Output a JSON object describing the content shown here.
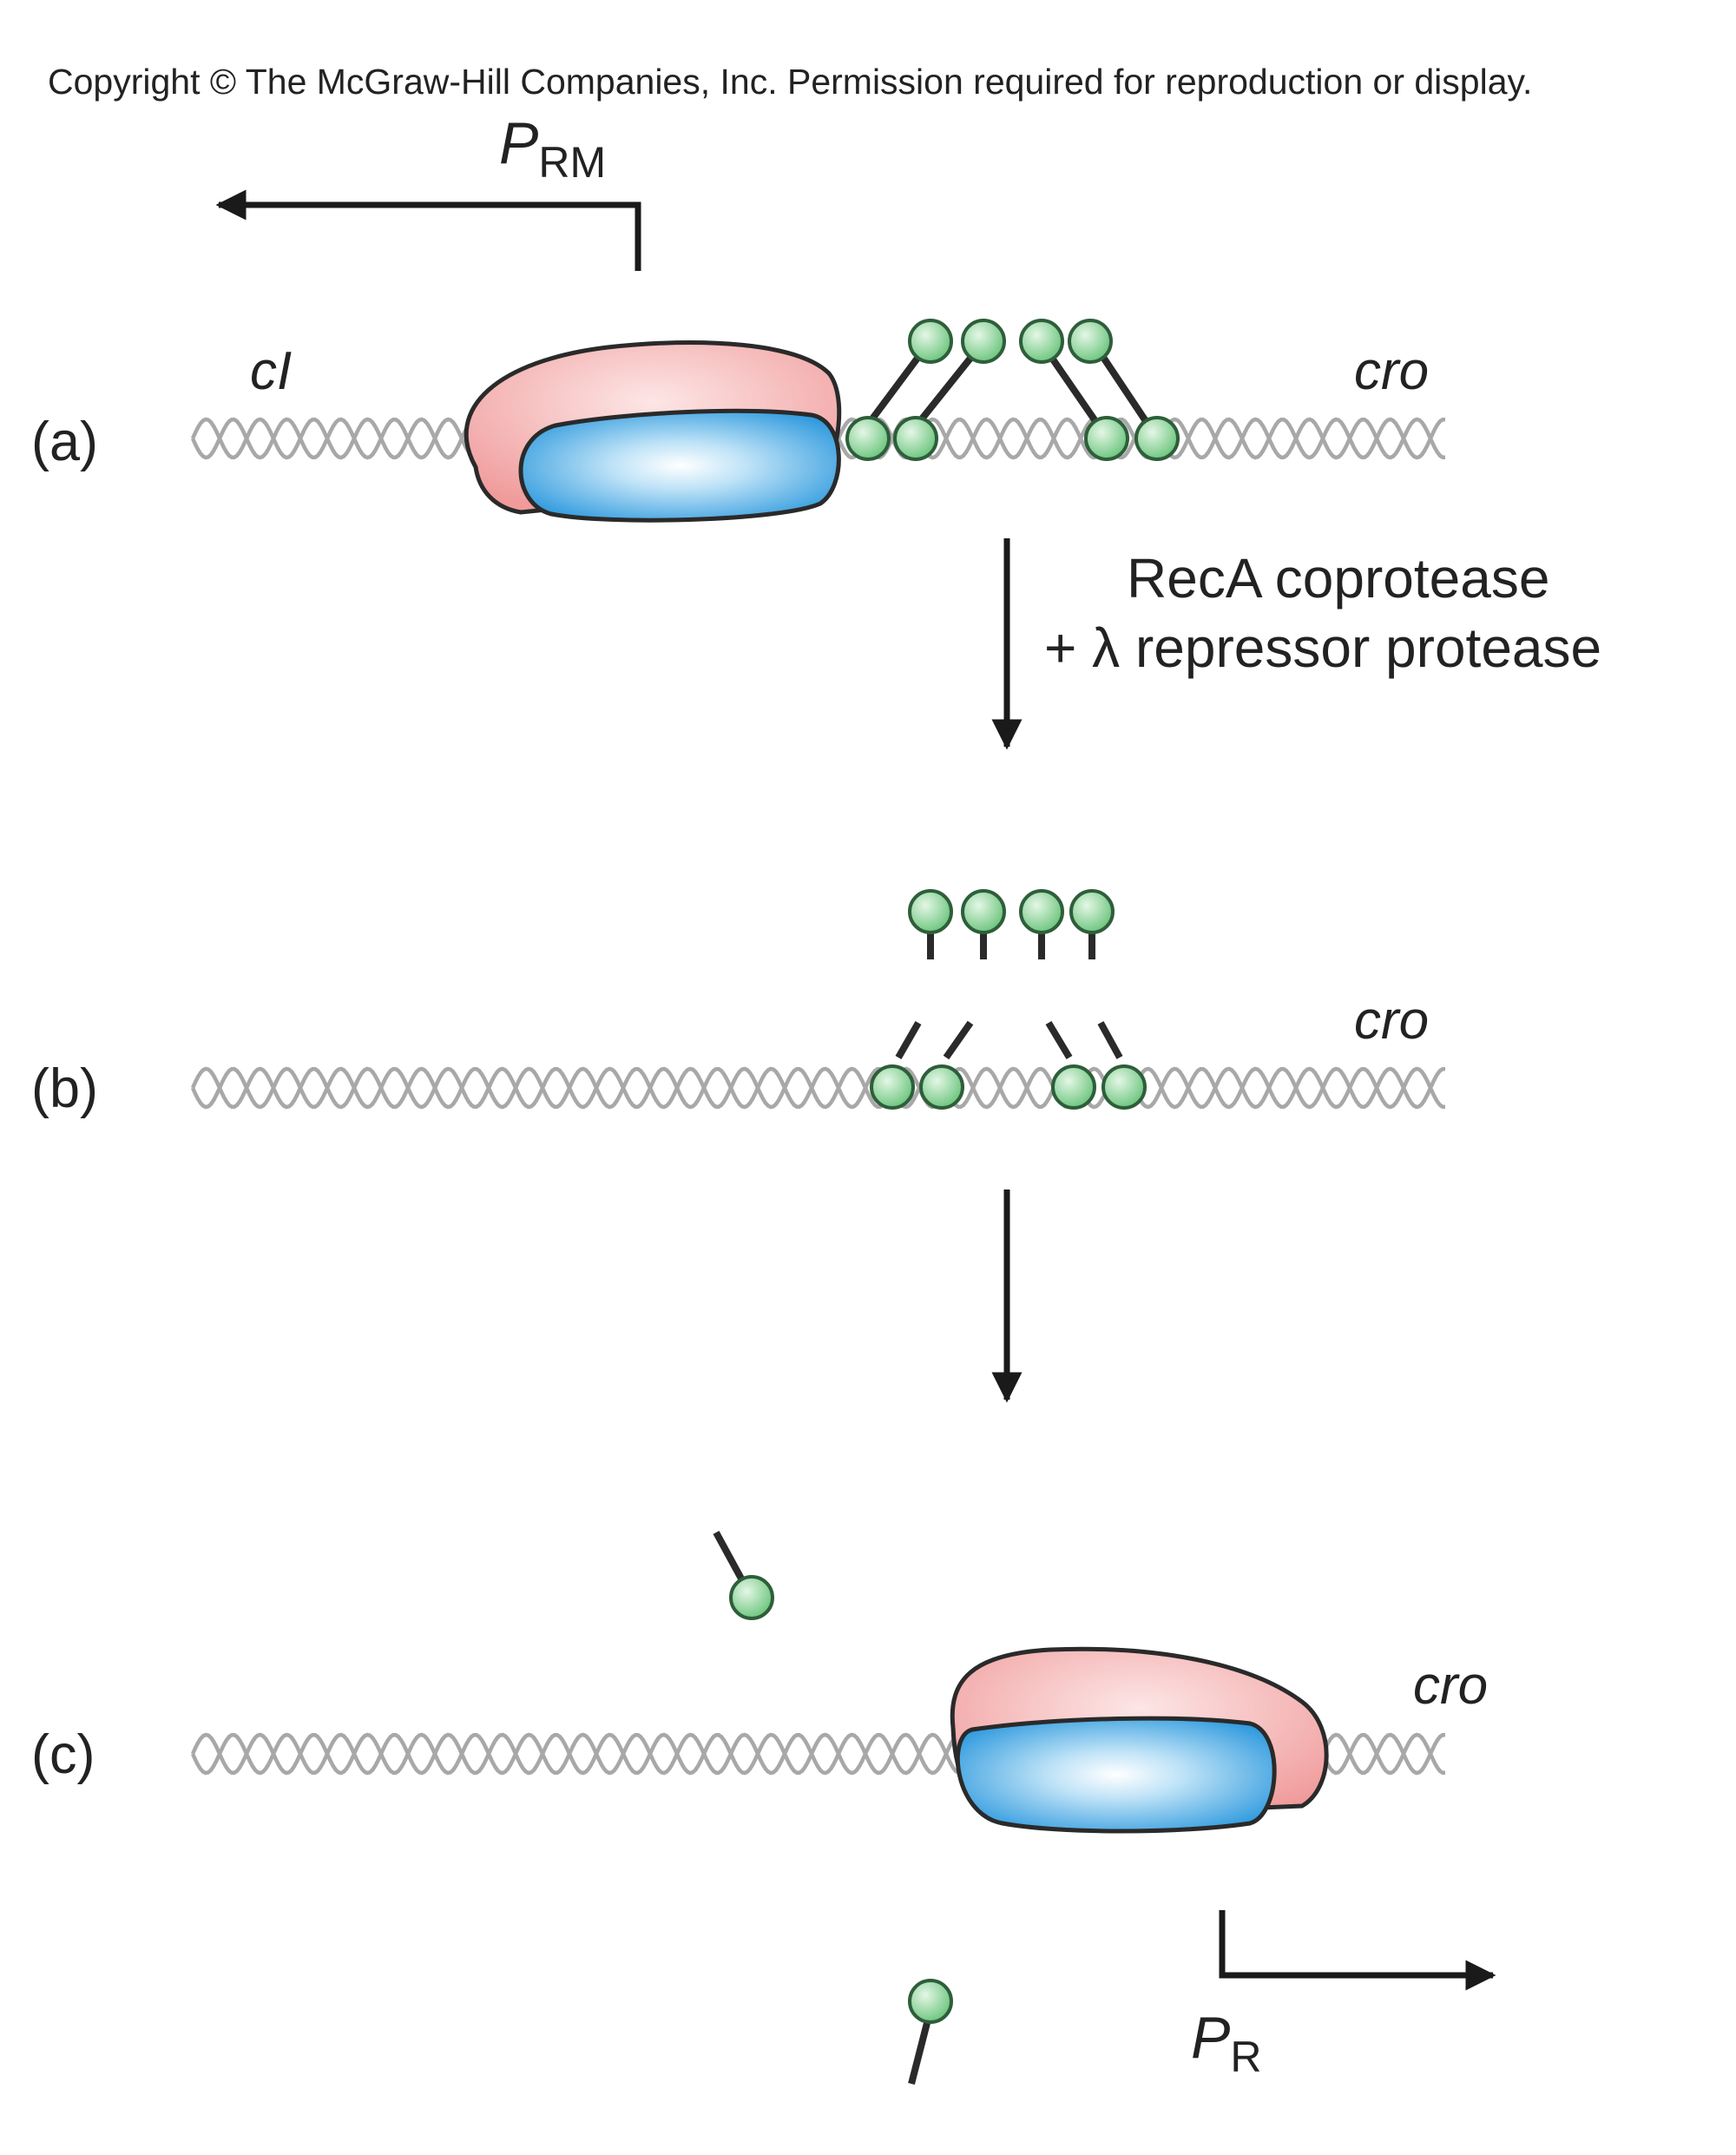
{
  "copyright": "Copyright © The McGraw-Hill Companies, Inc. Permission required for reproduction or display.",
  "panels": {
    "a": {
      "label": "(a)"
    },
    "b": {
      "label": "(b)"
    },
    "c": {
      "label": "(c)"
    }
  },
  "genes": {
    "cI": "cI",
    "cro_a": "cro",
    "cro_b": "cro",
    "cro_c": "cro"
  },
  "promoters": {
    "prm": {
      "main": "P",
      "sub": "RM"
    },
    "pr": {
      "main": "P",
      "sub": "R"
    }
  },
  "step_1": {
    "line1": "RecA coprotease",
    "line2": "+ λ repressor protease"
  },
  "colors": {
    "rnap_pink": "#f2a4a4",
    "rnap_blue": "#3aa3e0",
    "repressor_green": "#8fd39a",
    "dna_gray": "#a8a8a8"
  }
}
